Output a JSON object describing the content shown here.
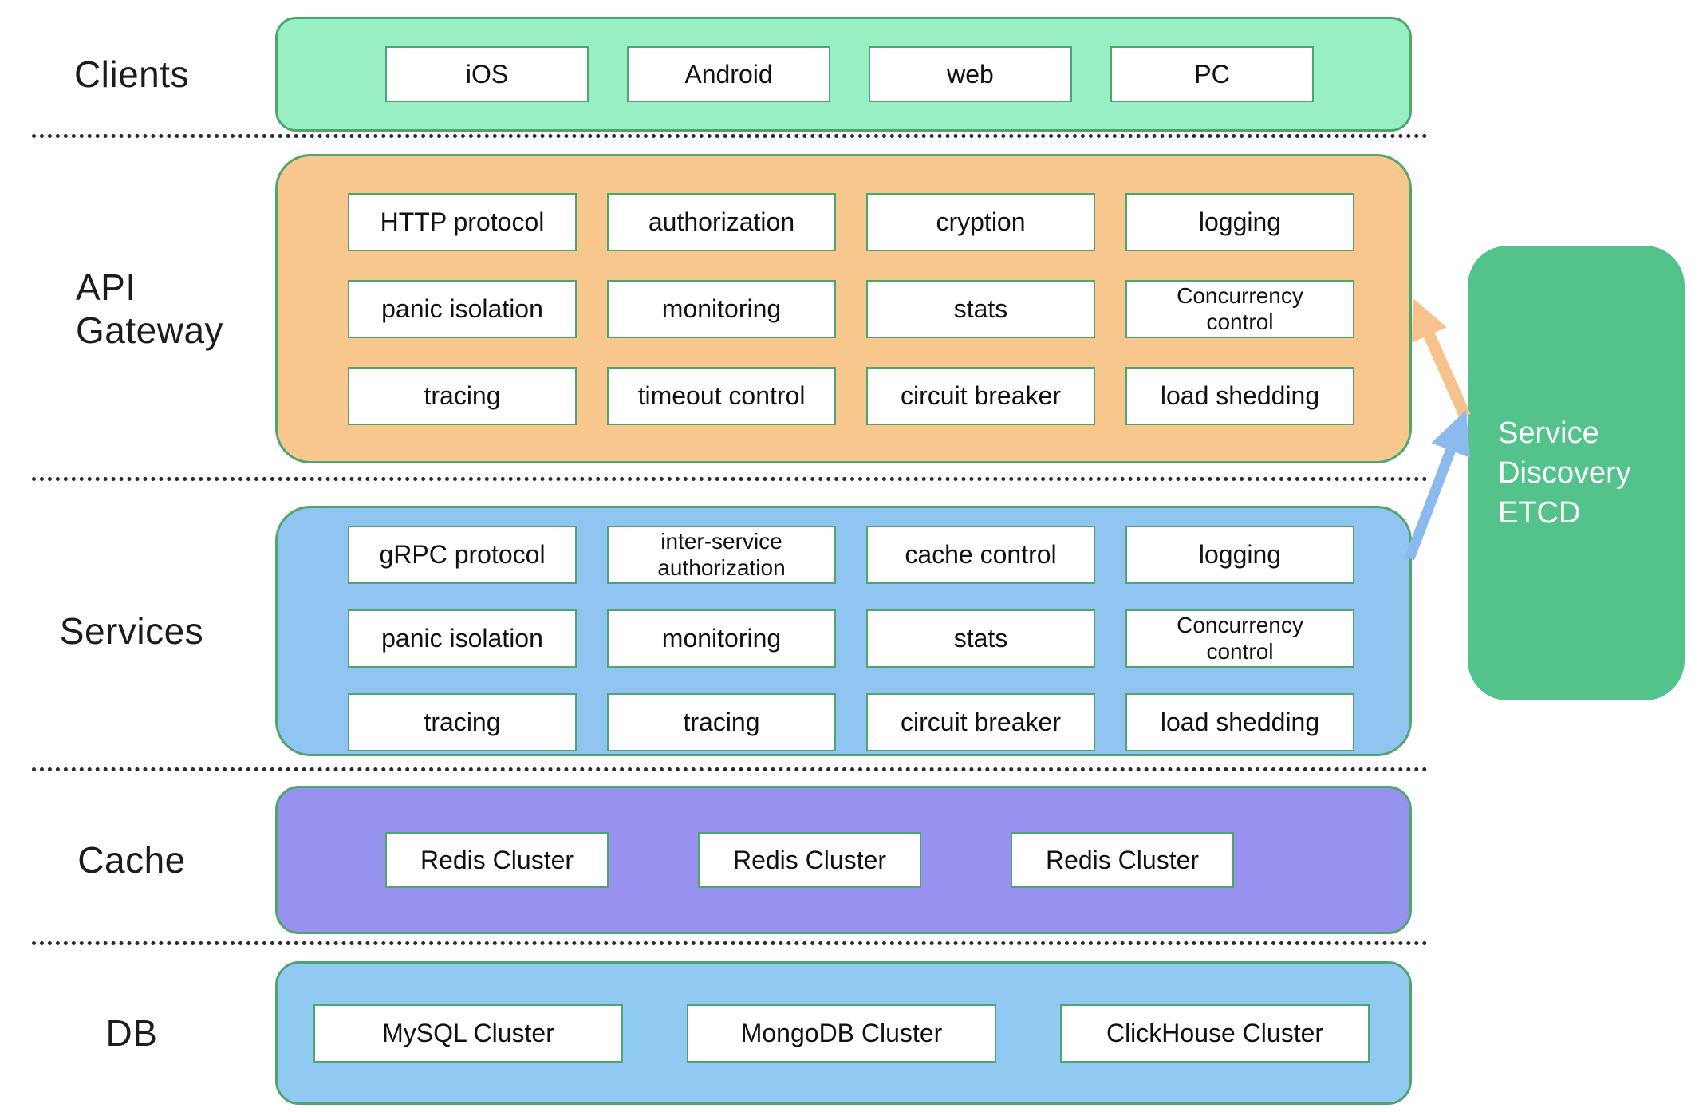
{
  "labels": {
    "clients": "Clients",
    "api_gateway": "API Gateway",
    "services": "Services",
    "cache": "Cache",
    "db": "DB"
  },
  "clients": {
    "items": [
      "iOS",
      "Android",
      "web",
      "PC"
    ]
  },
  "api_gateway": {
    "rows": [
      [
        "HTTP protocol",
        "authorization",
        "cryption",
        "logging"
      ],
      [
        "panic isolation",
        "monitoring",
        "stats",
        "Concurrency control"
      ],
      [
        "tracing",
        "timeout control",
        "circuit breaker",
        "load shedding"
      ]
    ]
  },
  "services": {
    "rows": [
      [
        "gRPC protocol",
        "inter-service authorization",
        "cache control",
        "logging"
      ],
      [
        "panic isolation",
        "monitoring",
        "stats",
        "Concurrency control"
      ],
      [
        "tracing",
        "tracing",
        "circuit breaker",
        "load shedding"
      ]
    ]
  },
  "cache": {
    "items": [
      "Redis Cluster",
      "Redis Cluster",
      "Redis Cluster"
    ]
  },
  "db": {
    "items": [
      "MySQL Cluster",
      "MongoDB Cluster",
      "ClickHouse Cluster"
    ]
  },
  "etcd": {
    "label": "Service Discovery ETCD"
  },
  "colors": {
    "clients_fill": "#97efc3",
    "gateway_fill": "#f7c78d",
    "services_fill": "#90c5f2",
    "cache_fill": "#9792ef",
    "db_fill": "#90c9f2",
    "etcd_fill": "#53c38b",
    "outline_green": "#4fa56d",
    "arrow_orange": "#f8c28c",
    "arrow_blue": "#8cbaee",
    "text_dark": "#1c1c1c",
    "separator": "#2b2b2b"
  }
}
